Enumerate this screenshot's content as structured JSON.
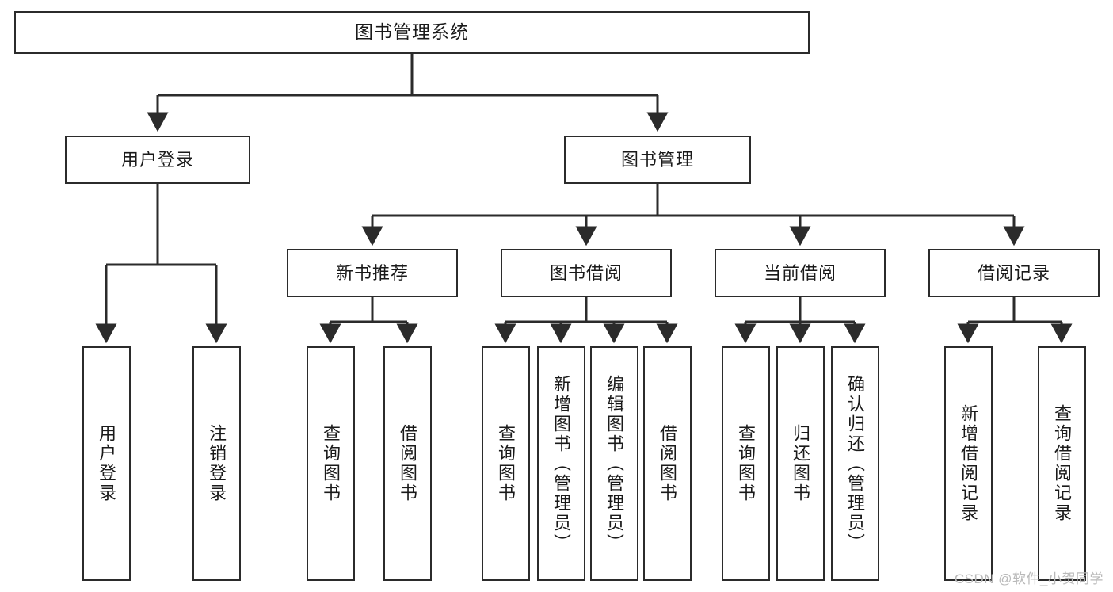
{
  "diagram": {
    "kind": "function-structure-tree",
    "title": "图书管理系统",
    "watermark": "CSDN @软件_小贺同学",
    "colors": {
      "box_border": "#2b2b2b",
      "box_fill": "#ffffff",
      "connector": "#2b2b2b",
      "text": "#1a1a1a",
      "watermark": "#b9b9b9",
      "background": "#ffffff"
    },
    "nodes": {
      "root": {
        "label": "图书管理系统"
      },
      "level2": [
        {
          "id": "user-login",
          "label": "用户登录"
        },
        {
          "id": "book-manage",
          "label": "图书管理"
        }
      ],
      "level3": [
        {
          "id": "new-book-recommend",
          "label": "新书推荐"
        },
        {
          "id": "book-borrow",
          "label": "图书借阅"
        },
        {
          "id": "current-borrow",
          "label": "当前借阅"
        },
        {
          "id": "borrow-record",
          "label": "借阅记录"
        }
      ],
      "leaves": {
        "user-login": [
          {
            "id": "leaf-user-login",
            "label": "用户登录"
          },
          {
            "id": "leaf-logout-login",
            "label": "注销登录"
          }
        ],
        "new-book-recommend": [
          {
            "id": "leaf-query-book-1",
            "label": "查询图书"
          },
          {
            "id": "leaf-borrow-book-1",
            "label": "借阅图书"
          }
        ],
        "book-borrow": [
          {
            "id": "leaf-query-book-2",
            "label": "查询图书"
          },
          {
            "id": "leaf-add-book",
            "label": "新增图书（管理员）"
          },
          {
            "id": "leaf-edit-book",
            "label": "编辑图书（管理员）"
          },
          {
            "id": "leaf-borrow-book-2",
            "label": "借阅图书"
          }
        ],
        "current-borrow": [
          {
            "id": "leaf-query-book-3",
            "label": "查询图书"
          },
          {
            "id": "leaf-return-book",
            "label": "归还图书"
          },
          {
            "id": "leaf-confirm-return",
            "label": "确认归还（管理员）"
          }
        ],
        "borrow-record": [
          {
            "id": "leaf-add-record",
            "label": "新增借阅记录"
          },
          {
            "id": "leaf-query-record",
            "label": "查询借阅记录"
          }
        ]
      }
    }
  }
}
